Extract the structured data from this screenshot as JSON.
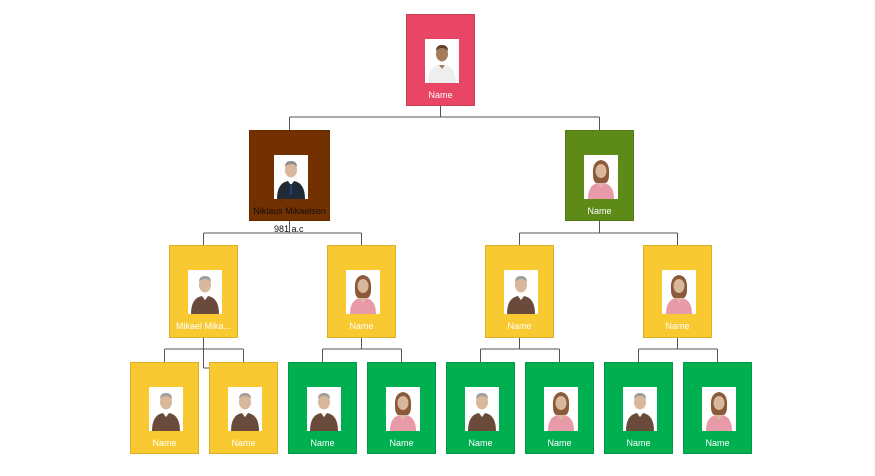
{
  "colors": {
    "red": "#e84664",
    "brown": "#733000",
    "olive": "#5e8a17",
    "yellow": "#f9c932",
    "green": "#00b050",
    "line": "#555555"
  },
  "nodes": [
    {
      "id": "root",
      "label": "Name",
      "color": "red",
      "avatar": "male-casual-icon"
    },
    {
      "id": "l1a",
      "label": "Niklaus Mikaelson",
      "sub": "981 a.c",
      "color": "brown",
      "avatar": "male-suit-icon",
      "darkLabel": true
    },
    {
      "id": "l1b",
      "label": "Name",
      "color": "olive",
      "avatar": "female-icon"
    },
    {
      "id": "l2a",
      "label": "Mikael Mika...",
      "color": "yellow",
      "avatar": "male-icon"
    },
    {
      "id": "l2b",
      "label": "Name",
      "color": "yellow",
      "avatar": "female-icon"
    },
    {
      "id": "l2c",
      "label": "Name",
      "color": "yellow",
      "avatar": "male-icon"
    },
    {
      "id": "l2d",
      "label": "Name",
      "color": "yellow",
      "avatar": "female-icon"
    },
    {
      "id": "l3a",
      "label": "Name",
      "color": "yellow",
      "avatar": "male-icon"
    },
    {
      "id": "l3b",
      "label": "Name",
      "color": "yellow",
      "avatar": "male-icon"
    },
    {
      "id": "l3c",
      "label": "Name",
      "color": "green",
      "avatar": "male-icon"
    },
    {
      "id": "l3d",
      "label": "Name",
      "color": "green",
      "avatar": "female-icon"
    },
    {
      "id": "l3e",
      "label": "Name",
      "color": "green",
      "avatar": "male-icon"
    },
    {
      "id": "l3f",
      "label": "Name",
      "color": "green",
      "avatar": "female-icon"
    },
    {
      "id": "l3g",
      "label": "Name",
      "color": "green",
      "avatar": "male-icon"
    },
    {
      "id": "l3h",
      "label": "Name",
      "color": "green",
      "avatar": "female-icon"
    }
  ]
}
